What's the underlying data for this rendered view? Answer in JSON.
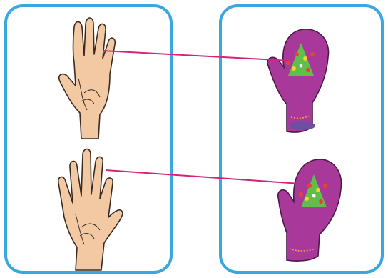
{
  "colors": {
    "panel_border": "#3aa7e0",
    "connector": "#d2237e",
    "skin": "#f3c9a4",
    "skin_outline": "#3a2a20",
    "mitten": "#a8399b",
    "mitten_outline": "#4a1b45",
    "cuff": "#6e4ea0",
    "tree": "#5fbf4a",
    "ornament_red": "#e8432e",
    "ornament_yellow": "#f7d22a"
  },
  "items": {
    "hands": [
      {
        "icon": "open-hand-icon"
      },
      {
        "icon": "open-hand-spread-icon"
      }
    ],
    "mittens": [
      {
        "icon": "mitten-icon"
      },
      {
        "icon": "mitten-icon"
      }
    ]
  },
  "connections": [
    {
      "from": "hand-1",
      "to": "mitten-1"
    },
    {
      "from": "hand-2",
      "to": "mitten-2"
    }
  ]
}
